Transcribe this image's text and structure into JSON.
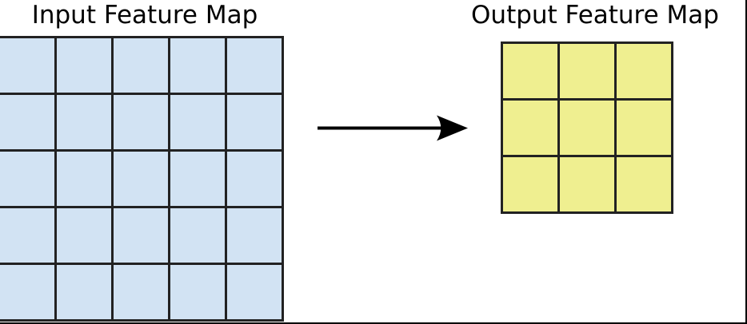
{
  "page": {
    "background": "#ffffff",
    "frame_color": "#000000"
  },
  "input_map": {
    "title": "Input Feature Map",
    "rows": 5,
    "cols": 5,
    "cell_color": "#d2e3f3",
    "line_color": "#222222"
  },
  "output_map": {
    "title": "Output Feature Map",
    "rows": 3,
    "cols": 3,
    "cell_color": "#efef90",
    "line_color": "#222222"
  },
  "arrow": {
    "direction": "right",
    "color": "#000000"
  }
}
